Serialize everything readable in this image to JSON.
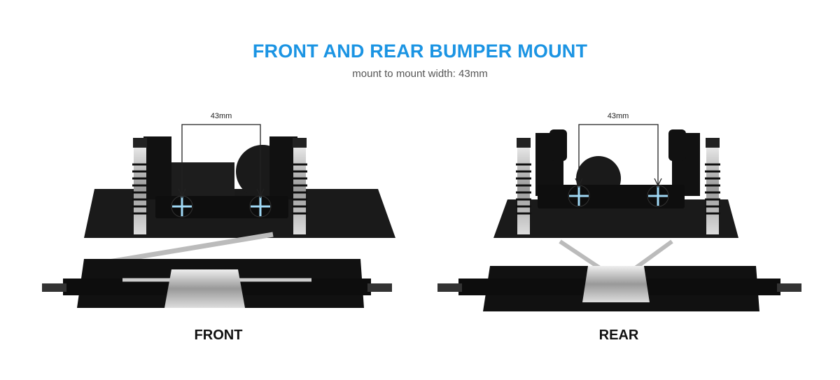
{
  "header": {
    "title": "FRONT AND REAR BUMPER MOUNT",
    "subtitle": "mount to mount width: 43mm"
  },
  "views": [
    {
      "label": "FRONT",
      "dimension": "43mm"
    },
    {
      "label": "REAR",
      "dimension": "43mm"
    }
  ],
  "colors": {
    "accent": "#1b94e3",
    "marker": "#9fd8f5",
    "chassis": "#151515"
  }
}
